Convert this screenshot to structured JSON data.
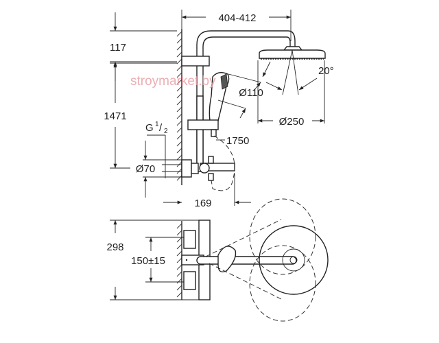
{
  "watermark": "stroymarket.by",
  "side_view": {
    "dimensions": {
      "arm_reach": "404-412",
      "top_offset": "117",
      "height_to_outlet": "1471",
      "connection_thread": "G",
      "thread_fraction_num": "1",
      "thread_fraction_den": "2",
      "pipe_diameter": "Ø70",
      "hand_shower_diameter": "Ø110",
      "head_shower_diameter": "Ø250",
      "spray_angle": "20°",
      "hose_length": "1750",
      "mixer_projection": "169"
    }
  },
  "top_view": {
    "dimensions": {
      "overall_width": "298",
      "connection_spacing": "150±15"
    }
  },
  "colors": {
    "line": "#222222",
    "watermark": "#e8a0a6",
    "background": "#ffffff"
  }
}
